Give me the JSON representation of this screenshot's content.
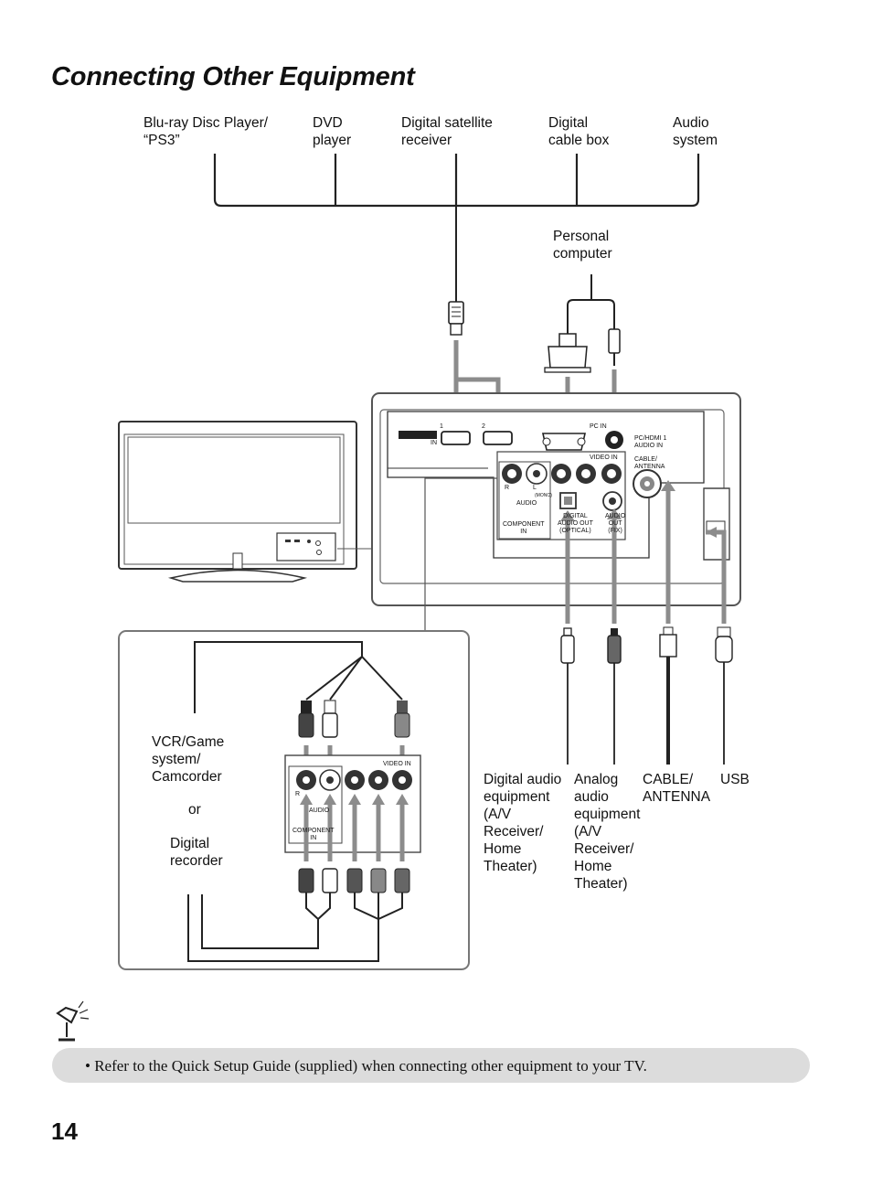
{
  "page": {
    "title": "Connecting Other Equipment",
    "page_number": "14"
  },
  "top_devices": [
    {
      "id": "bluray",
      "text": "Blu-ray Disc Player/\n“PS3”"
    },
    {
      "id": "dvd",
      "text": "DVD\nplayer"
    },
    {
      "id": "satellite",
      "text": "Digital satellite\nreceiver"
    },
    {
      "id": "cable_box",
      "text": "Digital\ncable box"
    },
    {
      "id": "audio_system",
      "text": "Audio\nsystem"
    }
  ],
  "personal_computer": "Personal\ncomputer",
  "left_devices": {
    "vcr": "VCR/Game\nsystem/\nCamcorder",
    "or": "or",
    "recorder": "Digital\nrecorder"
  },
  "bottom_devices": [
    {
      "id": "digital_audio",
      "text": "Digital audio\nequipment\n(A/V\nReceiver/\nHome\nTheater)"
    },
    {
      "id": "analog_audio",
      "text": "Analog\naudio\nequipment\n(A/V\nReceiver/\nHome\nTheater)"
    },
    {
      "id": "cable_antenna",
      "text": "CABLE/\nANTENNA"
    },
    {
      "id": "usb",
      "text": "USB"
    }
  ],
  "panel_labels": {
    "hdmi_in": "IN",
    "hdmi_1": "1",
    "hdmi_2": "2",
    "pc_in": "PC IN",
    "pc_hdmi_audio": "PC/HDMI 1\nAUDIO IN",
    "video_in": "VIDEO IN",
    "cable_antenna": "CABLE/\nANTENNA",
    "audio": "AUDIO",
    "component_in": "COMPONENT\nIN",
    "digital_audio_out": "DIGITAL\nAUDIO OUT\n(OPTICAL)",
    "audio_out": "AUDIO\nOUT\n(FIX)",
    "r": "R",
    "l": "L",
    "mono": "(MONO)"
  },
  "tip": {
    "icon": "tip-lamp-icon",
    "text": "• Refer to the Quick Setup Guide (supplied) when connecting other equipment to your TV."
  },
  "colors": {
    "cable_gray": "#8c8c8c",
    "panel_border": "#555555",
    "tip_background": "#dcdcdc"
  }
}
